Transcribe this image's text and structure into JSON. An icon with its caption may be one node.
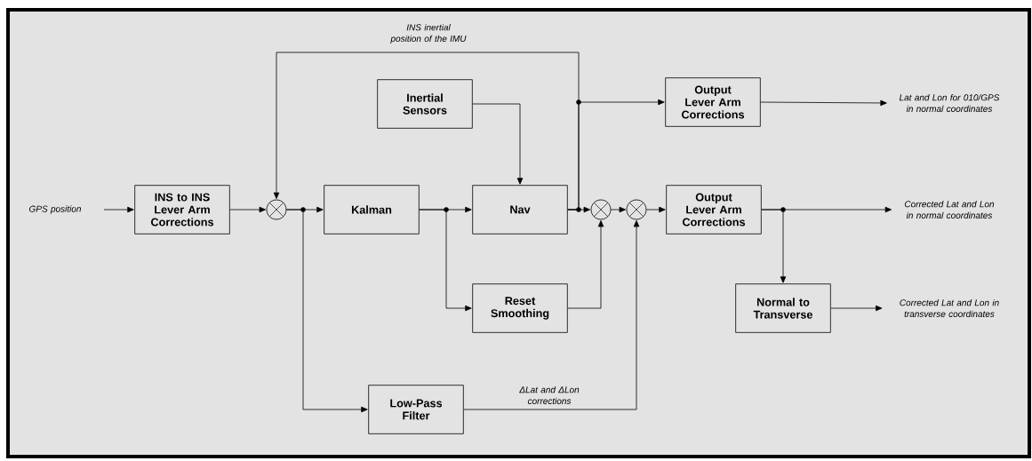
{
  "diagram": {
    "nodes": [
      {
        "text": [
          "GPS position"
        ]
      },
      {
        "text": [
          "INS to INS Lever Arm Corrections"
        ]
      },
      {
        "text": [],
        "shape": "circle"
      },
      {
        "text": [
          "Kalman"
        ]
      },
      {
        "text": [
          "Inertial Sensors"
        ]
      },
      {
        "text": [
          "Nav"
        ]
      },
      {
        "text": [],
        "shape": "circle"
      },
      {
        "text": [],
        "shape": "circle"
      },
      {
        "text": [
          "Output Lever Arm Corrections"
        ]
      },
      {
        "text": [
          "Output Lever Arm Corrections"
        ]
      },
      {
        "text": [
          "Reset Smoothing"
        ]
      },
      {
        "text": [
          "Normal to Transverse"
        ]
      },
      {
        "text": [
          "Low-Pass Filter"
        ]
      },
      {
        "text": [
          "Lat and Lon for 010/GPS in normal coordinates"
        ]
      },
      {
        "text": [
          "Corrected Lat and Lon in normal coordinates"
        ]
      },
      {
        "text": [
          "Corrected Lat and Lon in transverse coordinates"
        ]
      }
    ],
    "edges": [
      {
        "from": 0,
        "to": 1,
        "arrow": "to"
      },
      {
        "from": 1,
        "to": 2,
        "arrow": "to"
      },
      {
        "from": 2,
        "to": 3,
        "arrow": "to"
      },
      {
        "from": 2,
        "to": 12,
        "arrow": "to"
      },
      {
        "from": 5,
        "to": 2,
        "arrow": "to",
        "label": "INS inertial position of the IMU"
      },
      {
        "from": 3,
        "to": 5,
        "arrow": "to"
      },
      {
        "from": 3,
        "to": 10,
        "arrow": "to"
      },
      {
        "from": 4,
        "to": 5,
        "arrow": "to"
      },
      {
        "from": 5,
        "to": 6,
        "arrow": "to"
      },
      {
        "from": 5,
        "to": 8,
        "arrow": "to"
      },
      {
        "from": 10,
        "to": 6,
        "arrow": "to"
      },
      {
        "from": 6,
        "to": 7,
        "arrow": "to"
      },
      {
        "from": 12,
        "to": 7,
        "arrow": "to",
        "label": "ΔLat and ΔLon corrections"
      },
      {
        "from": 7,
        "to": 9,
        "arrow": "to"
      },
      {
        "from": 8,
        "to": 13,
        "arrow": "to"
      },
      {
        "from": 9,
        "to": 14,
        "arrow": "to"
      },
      {
        "from": 9,
        "to": 11,
        "arrow": "to"
      },
      {
        "from": 11,
        "to": 15,
        "arrow": "to"
      }
    ]
  }
}
